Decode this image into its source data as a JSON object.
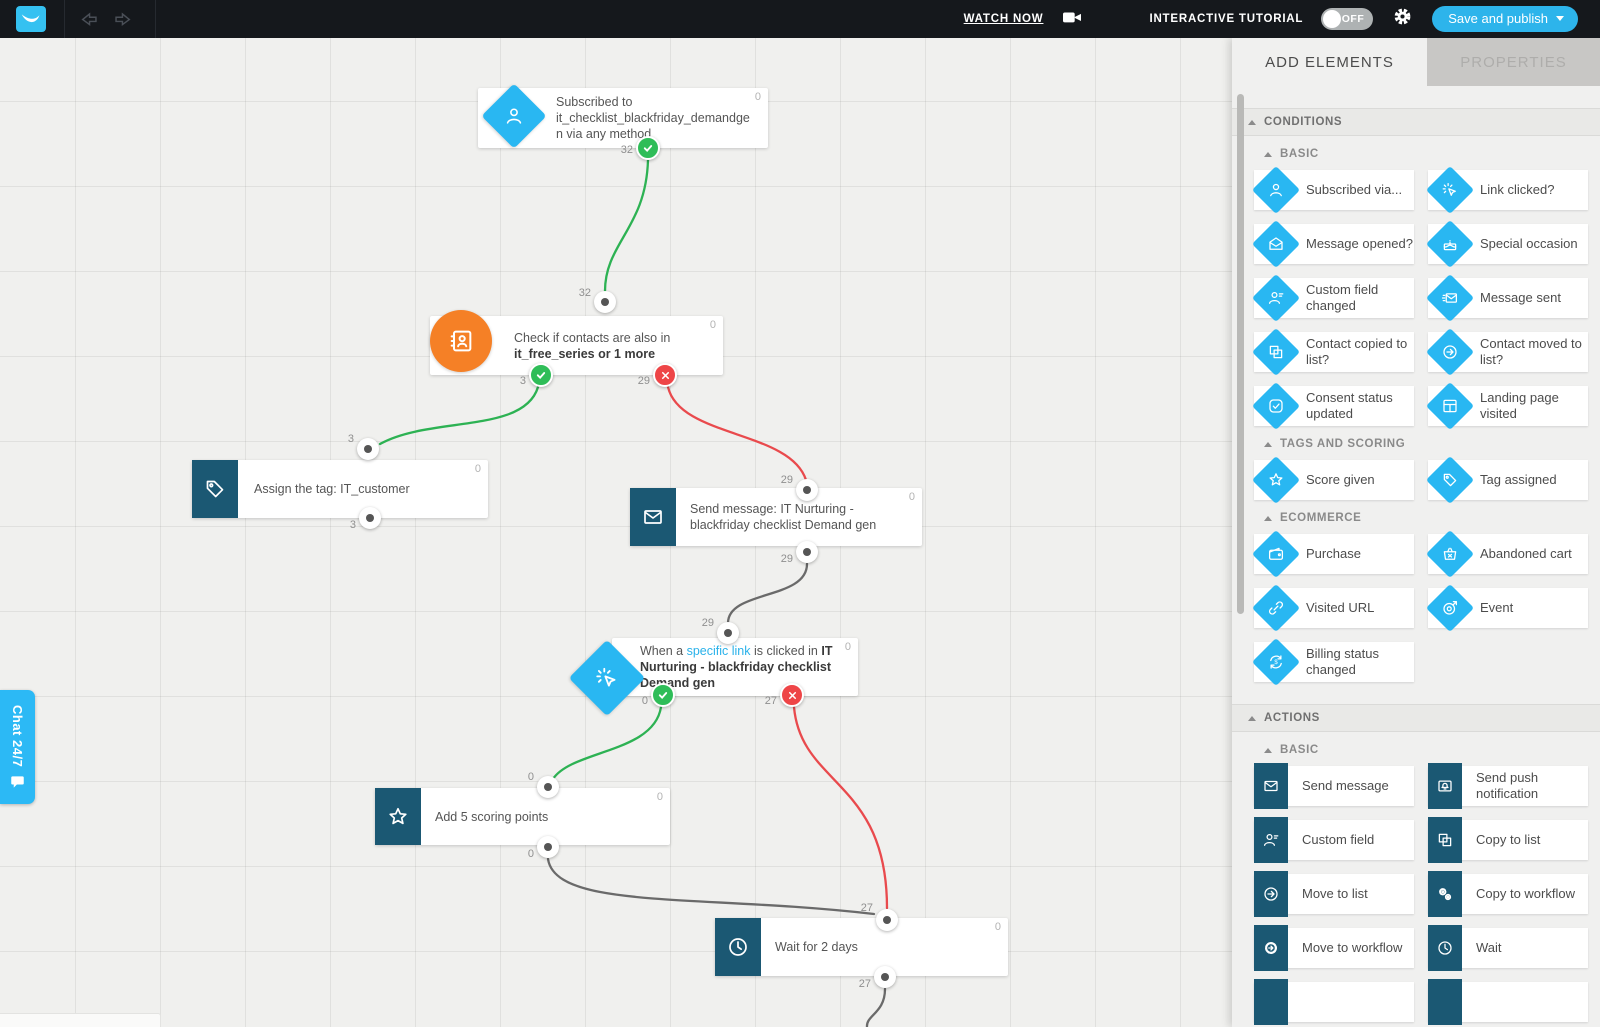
{
  "colors": {
    "accent_blue": "#29b7f2",
    "dark_teal": "#1b5873",
    "orange": "#f58026",
    "green": "#2fbd58",
    "red": "#ee4547",
    "topbar_bg": "#15181c"
  },
  "topbar": {
    "watch_now": "WATCH NOW",
    "tutorial_label": "INTERACTIVE TUTORIAL",
    "toggle": "OFF",
    "save_button": "Save and publish"
  },
  "chat_tab": {
    "label": "Chat 24/7"
  },
  "sidebar": {
    "tab_add": "ADD ELEMENTS",
    "tab_properties": "PROPERTIES",
    "sections": [
      {
        "title": "CONDITIONS",
        "groups": [
          {
            "title": "BASIC",
            "tiles": [
              {
                "label": "Subscribed via...",
                "icon": "person-icon"
              },
              {
                "label": "Link clicked?",
                "icon": "click-icon"
              },
              {
                "label": "Message opened?",
                "icon": "mail-open-icon"
              },
              {
                "label": "Special occasion",
                "icon": "cake-icon"
              },
              {
                "label": "Custom field changed",
                "icon": "person-lines-icon"
              },
              {
                "label": "Message sent",
                "icon": "mail-sent-icon"
              },
              {
                "label": "Contact copied to list?",
                "icon": "copy-icon"
              },
              {
                "label": "Contact moved to list?",
                "icon": "move-icon"
              },
              {
                "label": "Consent status updated",
                "icon": "consent-icon"
              },
              {
                "label": "Landing page visited",
                "icon": "landing-icon"
              }
            ]
          },
          {
            "title": "TAGS AND SCORING",
            "tiles": [
              {
                "label": "Score given",
                "icon": "star-icon"
              },
              {
                "label": "Tag assigned",
                "icon": "tag-icon"
              }
            ]
          },
          {
            "title": "ECOMMERCE",
            "tiles": [
              {
                "label": "Purchase",
                "icon": "wallet-icon"
              },
              {
                "label": "Abandoned cart",
                "icon": "basket-icon"
              },
              {
                "label": "Visited URL",
                "icon": "link-icon"
              },
              {
                "label": "Event",
                "icon": "event-icon"
              },
              {
                "label": "Billing status changed",
                "icon": "billing-icon"
              }
            ]
          }
        ]
      },
      {
        "title": "ACTIONS",
        "groups": [
          {
            "title": "BASIC",
            "tiles": [
              {
                "label": "Send message",
                "icon": "mail-icon"
              },
              {
                "label": "Send push notification",
                "icon": "push-icon"
              },
              {
                "label": "Custom field",
                "icon": "person-lines-icon"
              },
              {
                "label": "Copy to list",
                "icon": "copy-icon"
              },
              {
                "label": "Move to list",
                "icon": "move-icon"
              },
              {
                "label": "Copy to workflow",
                "icon": "gears-icon"
              },
              {
                "label": "Move to workflow",
                "icon": "gear-arrow-icon"
              },
              {
                "label": "Wait",
                "icon": "clock-icon"
              }
            ]
          }
        ]
      }
    ]
  },
  "canvas": {
    "nodes": [
      {
        "badge": "0",
        "text": "Subscribed to it_checklist_blackfriday_demandgen via any method"
      },
      {
        "badge": "0",
        "text_pre": "Check if contacts are also in ",
        "text_bold": "it_free_series or 1 more"
      },
      {
        "badge": "0",
        "text": "Assign the tag: IT_customer"
      },
      {
        "badge": "0",
        "text": "Send message: IT Nurturing - blackfriday checklist Demand gen"
      },
      {
        "badge": "0",
        "text_pre": "When a ",
        "text_link": "specific link",
        "text_mid": " is clicked in ",
        "text_bold": "IT Nurturing - blackfriday checklist Demand gen"
      },
      {
        "badge": "0",
        "text": "Add 5 scoring points"
      },
      {
        "badge": "0",
        "text": "Wait for 2 days"
      }
    ],
    "markers": [
      {
        "value": "32"
      },
      {
        "value": "32"
      },
      {
        "value": "3"
      },
      {
        "value": "29"
      },
      {
        "value": "3"
      },
      {
        "value": "3"
      },
      {
        "value": "29"
      },
      {
        "value": "29"
      },
      {
        "value": "29"
      },
      {
        "value": "0"
      },
      {
        "value": "27"
      },
      {
        "value": "0"
      },
      {
        "value": "0"
      },
      {
        "value": "27"
      },
      {
        "value": "27"
      }
    ]
  }
}
